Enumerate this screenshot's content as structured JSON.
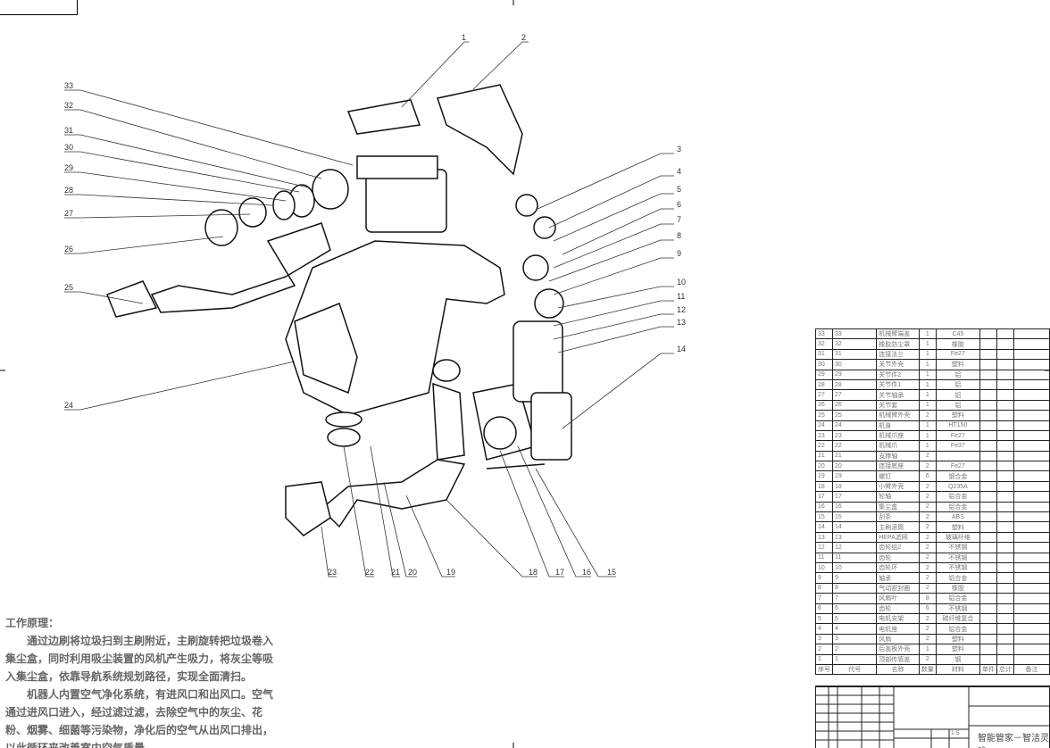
{
  "principle": {
    "heading": "工作原理：",
    "para1": "通过边刷将垃圾扫到主刷附近，主刷旋转把垃圾卷入集尘盒，同时利用吸尘装置的风机产生吸力，将灰尘等吸入集尘盒，依靠导航系统规划路径，实现全面清扫。",
    "para2": "机器人内置空气净化系统，有进风口和出风口。空气通过进风口进入，经过滤过滤，去除空气中的灰尘、花粉、烟雾、细菌等污染物，净化后的空气从出风口排出，以此循环来改善室内空气质量。"
  },
  "callouts": [
    "1",
    "2",
    "3",
    "4",
    "5",
    "6",
    "7",
    "8",
    "9",
    "10",
    "11",
    "12",
    "13",
    "14",
    "15",
    "16",
    "17",
    "18",
    "19",
    "20",
    "21",
    "22",
    "23",
    "24",
    "25",
    "26",
    "27",
    "28",
    "29",
    "30",
    "31",
    "32",
    "33"
  ],
  "bom": {
    "rows": [
      [
        "33",
        "33",
        "机械臂端盖",
        "1",
        "C45"
      ],
      [
        "32",
        "32",
        "橡胶防尘罩",
        "1",
        "橡胶"
      ],
      [
        "31",
        "31",
        "连接法兰",
        "1",
        "Fe27"
      ],
      [
        "30",
        "30",
        "关节外壳",
        "1",
        "塑料"
      ],
      [
        "29",
        "29",
        "关节件2",
        "1",
        "铝"
      ],
      [
        "28",
        "28",
        "关节件1",
        "1",
        "铝"
      ],
      [
        "27",
        "27",
        "关节轴承",
        "1",
        "铝"
      ],
      [
        "26",
        "26",
        "关节套",
        "1",
        "铝"
      ],
      [
        "25",
        "25",
        "机械臂外壳",
        "2",
        "塑料"
      ],
      [
        "24",
        "24",
        "机身",
        "1",
        "HT150"
      ],
      [
        "23",
        "23",
        "机械爪座",
        "1",
        "Fe27"
      ],
      [
        "22",
        "22",
        "机械爪",
        "1",
        "Fe37"
      ],
      [
        "21",
        "21",
        "支撑轴",
        "2",
        ""
      ],
      [
        "20",
        "20",
        "连接底座",
        "2",
        "Fe27"
      ],
      [
        "19",
        "19",
        "螺钉",
        "6",
        "钢合金"
      ],
      [
        "18",
        "18",
        "小臂外壳",
        "2",
        "Q235A"
      ],
      [
        "17",
        "17",
        "轮轴",
        "2",
        "铝合金"
      ],
      [
        "16",
        "16",
        "集尘盒",
        "2",
        "铝合金"
      ],
      [
        "15",
        "15",
        "刮条",
        "2",
        "ABS"
      ],
      [
        "14",
        "14",
        "主刷滚筒",
        "2",
        "塑料"
      ],
      [
        "13",
        "13",
        "HEPA滤网",
        "2",
        "玻璃纤维"
      ],
      [
        "12",
        "12",
        "齿轮组2",
        "2",
        "不锈钢"
      ],
      [
        "11",
        "11",
        "齿轮",
        "2",
        "不锈钢"
      ],
      [
        "10",
        "10",
        "齿轮环",
        "2",
        "不锈钢"
      ],
      [
        "9",
        "9",
        "轴承",
        "2",
        "铝合金"
      ],
      [
        "8",
        "8",
        "气动密封圈",
        "2",
        "橡胶"
      ],
      [
        "7",
        "7",
        "风扇叶",
        "8",
        "铝合金"
      ],
      [
        "6",
        "6",
        "齿轮",
        "6",
        "不锈钢"
      ],
      [
        "5",
        "5",
        "电机支架",
        "2",
        "碳纤维复合"
      ],
      [
        "4",
        "4",
        "电机座",
        "2",
        "铝合金"
      ],
      [
        "3",
        "3",
        "风扇",
        "2",
        "塑料"
      ],
      [
        "2",
        "2",
        "后盖板外壳",
        "1",
        "塑料"
      ],
      [
        "1",
        "1",
        "顶部传感盖",
        "2",
        "钢"
      ]
    ],
    "header": [
      "序号",
      "代号",
      "名称",
      "数量",
      "材料",
      "单件",
      "总计",
      "备注"
    ]
  },
  "title_block": {
    "title": "智能管家－智洁灵眸",
    "scale": "1:5"
  }
}
